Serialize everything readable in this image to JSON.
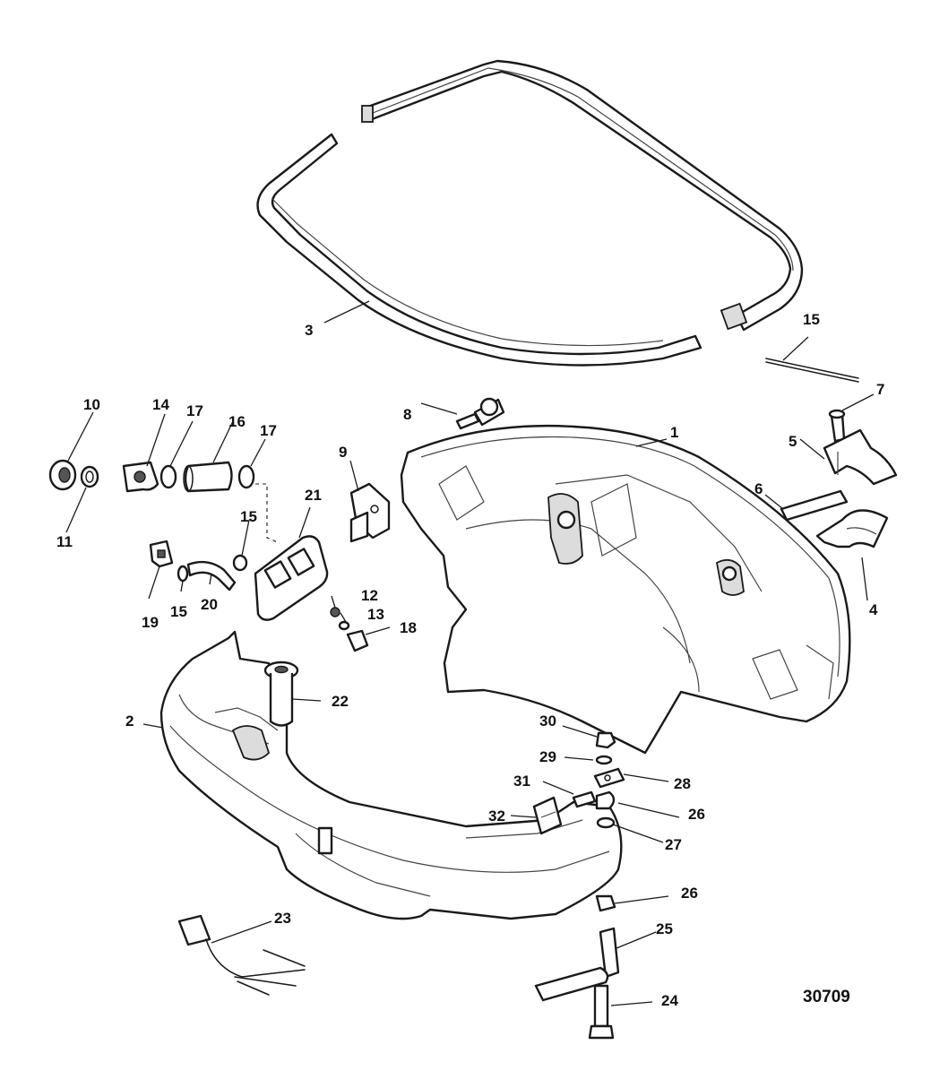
{
  "diagram": {
    "reference_number": "30709",
    "callouts": {
      "c1": "1",
      "c2": "2",
      "c3": "3",
      "c4": "4",
      "c5": "5",
      "c6": "6",
      "c7": "7",
      "c8": "8",
      "c9": "9",
      "c10": "10",
      "c11": "11",
      "c12": "12",
      "c13": "13",
      "c14": "14",
      "c15a": "15",
      "c15b": "15",
      "c15c": "15",
      "c16": "16",
      "c17a": "17",
      "c17b": "17",
      "c18": "18",
      "c19": "19",
      "c20": "20",
      "c21": "21",
      "c22": "22",
      "c23": "23",
      "c24": "24",
      "c25": "25",
      "c26a": "26",
      "c26b": "26",
      "c27": "27",
      "c28": "28",
      "c29": "29",
      "c30": "30",
      "c31": "31",
      "c32": "32"
    }
  }
}
